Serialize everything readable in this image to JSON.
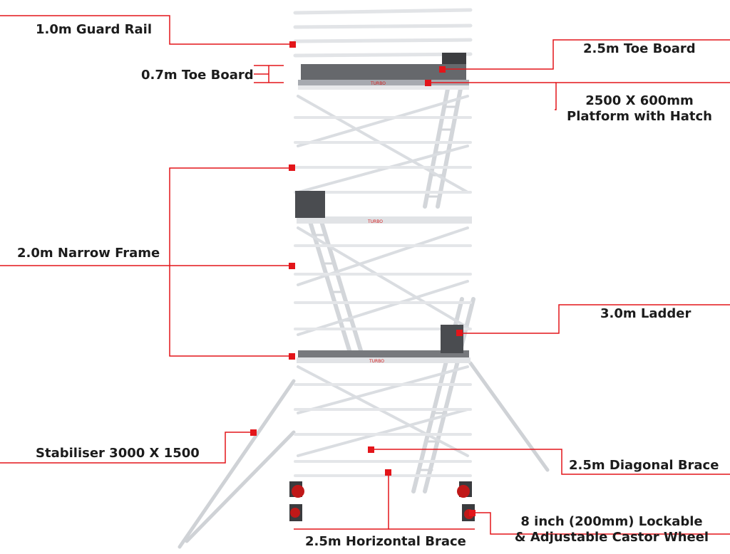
{
  "labels": {
    "guard_rail": "1.0m Guard Rail",
    "toe_board_height": "0.7m Toe Board",
    "toe_board_length": "2.5m Toe Board",
    "platform_line1": "2500 X 600mm",
    "platform_line2": "Platform with Hatch",
    "narrow_frame": "2.0m Narrow Frame",
    "ladder": "3.0m Ladder",
    "stabiliser": "Stabiliser 3000 X 1500",
    "diagonal_brace": "2.5m Diagonal Brace",
    "horizontal_brace": "2.5m Horizontal Brace",
    "castor_line1": "8 inch (200mm) Lockable",
    "castor_line2": "& Adjustable Castor Wheel"
  },
  "platform_brand": "TURBO",
  "colors": {
    "leader": "#e3151a",
    "marker": "#e3151a",
    "frame": "#e9eaec",
    "frame_edge": "#b9bcc1",
    "deck": "#6a6c70",
    "text": "#1c1c1c"
  }
}
